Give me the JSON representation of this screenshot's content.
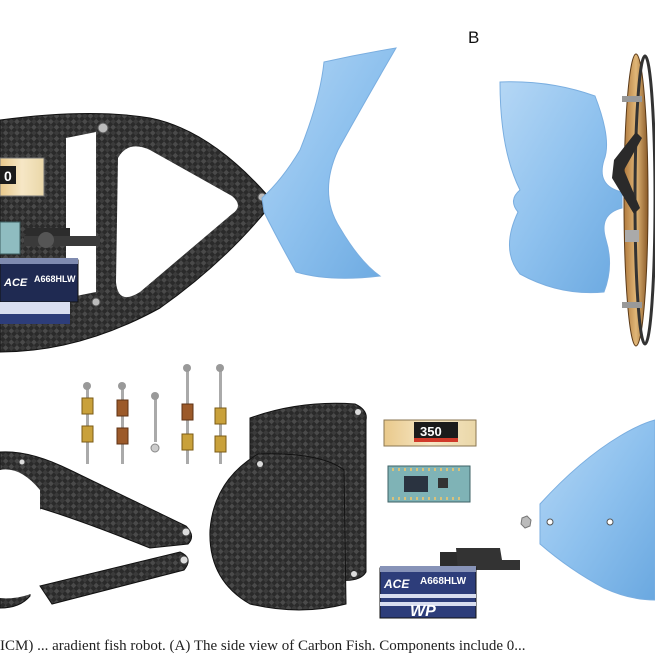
{
  "figure": {
    "panel_label_b": "B",
    "caption": "ICM) ... aradient fish robot. (A) The side view of Carbon Fish. Components include 0..."
  },
  "components": {
    "battery_top_label": "0",
    "battery_label": "350",
    "servo_top_brand": "ACE",
    "servo_top_model": "A668HLW",
    "servo_model": "A668HLW",
    "servo_logo": "WP"
  },
  "colors": {
    "carbon": "#2b2b2b",
    "fin_blue": "#8ec1ee",
    "brass": "#c9a13b",
    "copper": "#9c5a2a",
    "pcb_teal": "#7fb3b6",
    "servo_navy": "#2d3d7a"
  }
}
